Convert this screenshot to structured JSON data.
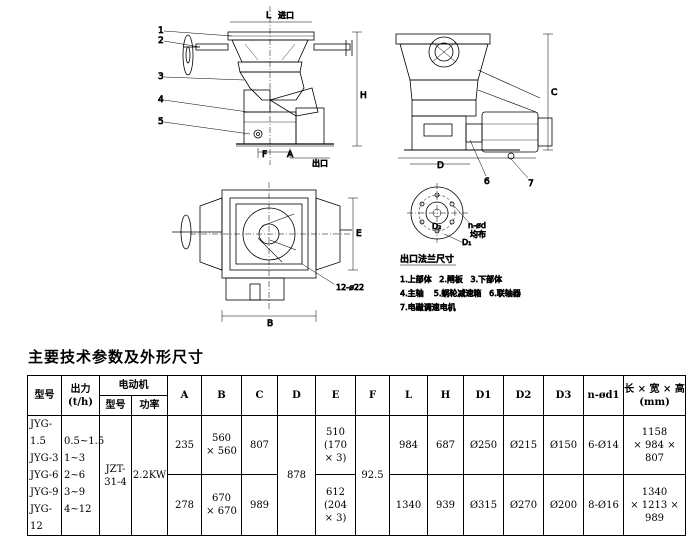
{
  "drawing": {
    "callouts": [
      "1",
      "2",
      "3",
      "4",
      "5",
      "6",
      "7"
    ],
    "dims": {
      "L": "L",
      "jinkou": "进口",
      "H": "H",
      "C": "C",
      "F": "F",
      "A": "A",
      "chukou": "出口",
      "D": "D",
      "E": "E",
      "B": "B",
      "bolts": "12-ø22",
      "nd": "n-ød",
      "junbu": "均布",
      "D1": "D₁",
      "D2": "D₂"
    },
    "flange_title": "出口法兰尺寸",
    "legend": [
      "1.上部体   2.闸板   3.下部体",
      "4.主轴    5.蜗轮减速箱   6.联轴器",
      "7.电磁调速电机"
    ]
  },
  "table": {
    "title": "主要技术参数及外形尺寸",
    "headers": {
      "model": "型号",
      "output": "出力\n(t/h)",
      "motor": "电动机",
      "motor_model": "型号",
      "motor_power": "功率",
      "A": "A",
      "B": "B",
      "C": "C",
      "D": "D",
      "E": "E",
      "F": "F",
      "L": "L",
      "H": "H",
      "D1": "D1",
      "D2": "D2",
      "D3": "D3",
      "nd1": "n-ød1",
      "size": "长 × 宽 × 高\n(mm)"
    },
    "models": "JYG-1.5\nJYG-3\nJYG-6\nJYG-9\nJYG-12",
    "outputs": "0.5~1.5\n1~3\n2~6\n3~9\n4~12",
    "motor_model": "JZT-\n31-4",
    "motor_power": "2.2KW",
    "D": "878",
    "F": "92.5",
    "rows": [
      {
        "A": "235",
        "B": "560\n× 560",
        "C": "807",
        "E": "510\n(170\n× 3)",
        "L": "984",
        "H": "687",
        "D1": "Ø250",
        "D2": "Ø215",
        "D3": "Ø150",
        "nd1": "6-Ø14",
        "size": "1158\n× 984 × 807"
      },
      {
        "A": "278",
        "B": "670\n× 670",
        "C": "989",
        "E": "612\n(204\n× 3)",
        "L": "1340",
        "H": "939",
        "D1": "Ø315",
        "D2": "Ø270",
        "D3": "Ø200",
        "nd1": "8-Ø16",
        "size": "1340\n× 1213 × 989"
      }
    ]
  }
}
